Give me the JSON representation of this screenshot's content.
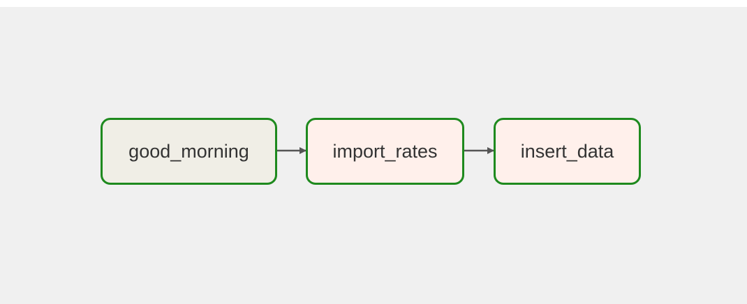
{
  "graph": {
    "nodes": [
      {
        "id": "good_morning",
        "label": "good_morning",
        "fill": "#f0eee6",
        "border": "#1e8a1e"
      },
      {
        "id": "import_rates",
        "label": "import_rates",
        "fill": "#fff0eb",
        "border": "#1e8a1e"
      },
      {
        "id": "insert_data",
        "label": "insert_data",
        "fill": "#fff0eb",
        "border": "#1e8a1e"
      }
    ],
    "edges": [
      {
        "from": "good_morning",
        "to": "import_rates"
      },
      {
        "from": "import_rates",
        "to": "insert_data"
      }
    ],
    "edge_color": "#555555",
    "background": "#f0f0f0"
  }
}
